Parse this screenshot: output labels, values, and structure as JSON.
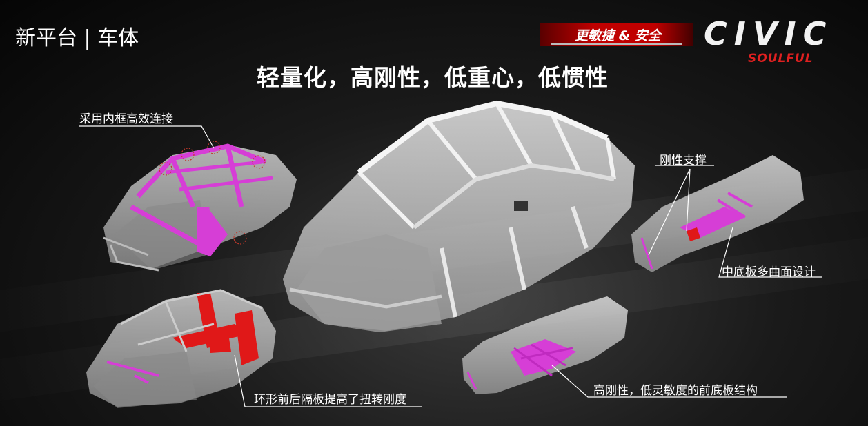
{
  "header": {
    "title": "新平台 | 车体",
    "slogan": "更敏捷 & 安全",
    "brand_logo": "CIVIC",
    "brand_sub": "SOULFUL"
  },
  "headline": "轻量化，高刚性，低重心，低惯性",
  "callouts": {
    "inner_frame": "采用内框高效连接",
    "ring_bulkhead": "环形前后隔板提高了扭转刚度",
    "rigid_support": "刚性支撑",
    "center_floor": "中底板多曲面设计",
    "front_floor": "高刚性，低灵敏度的前底板结构"
  },
  "colors": {
    "magenta_highlight": "#d63ed6",
    "red_highlight": "#e01818",
    "frame_grey": "#c8c8c8",
    "badge_red": "#c00000"
  }
}
